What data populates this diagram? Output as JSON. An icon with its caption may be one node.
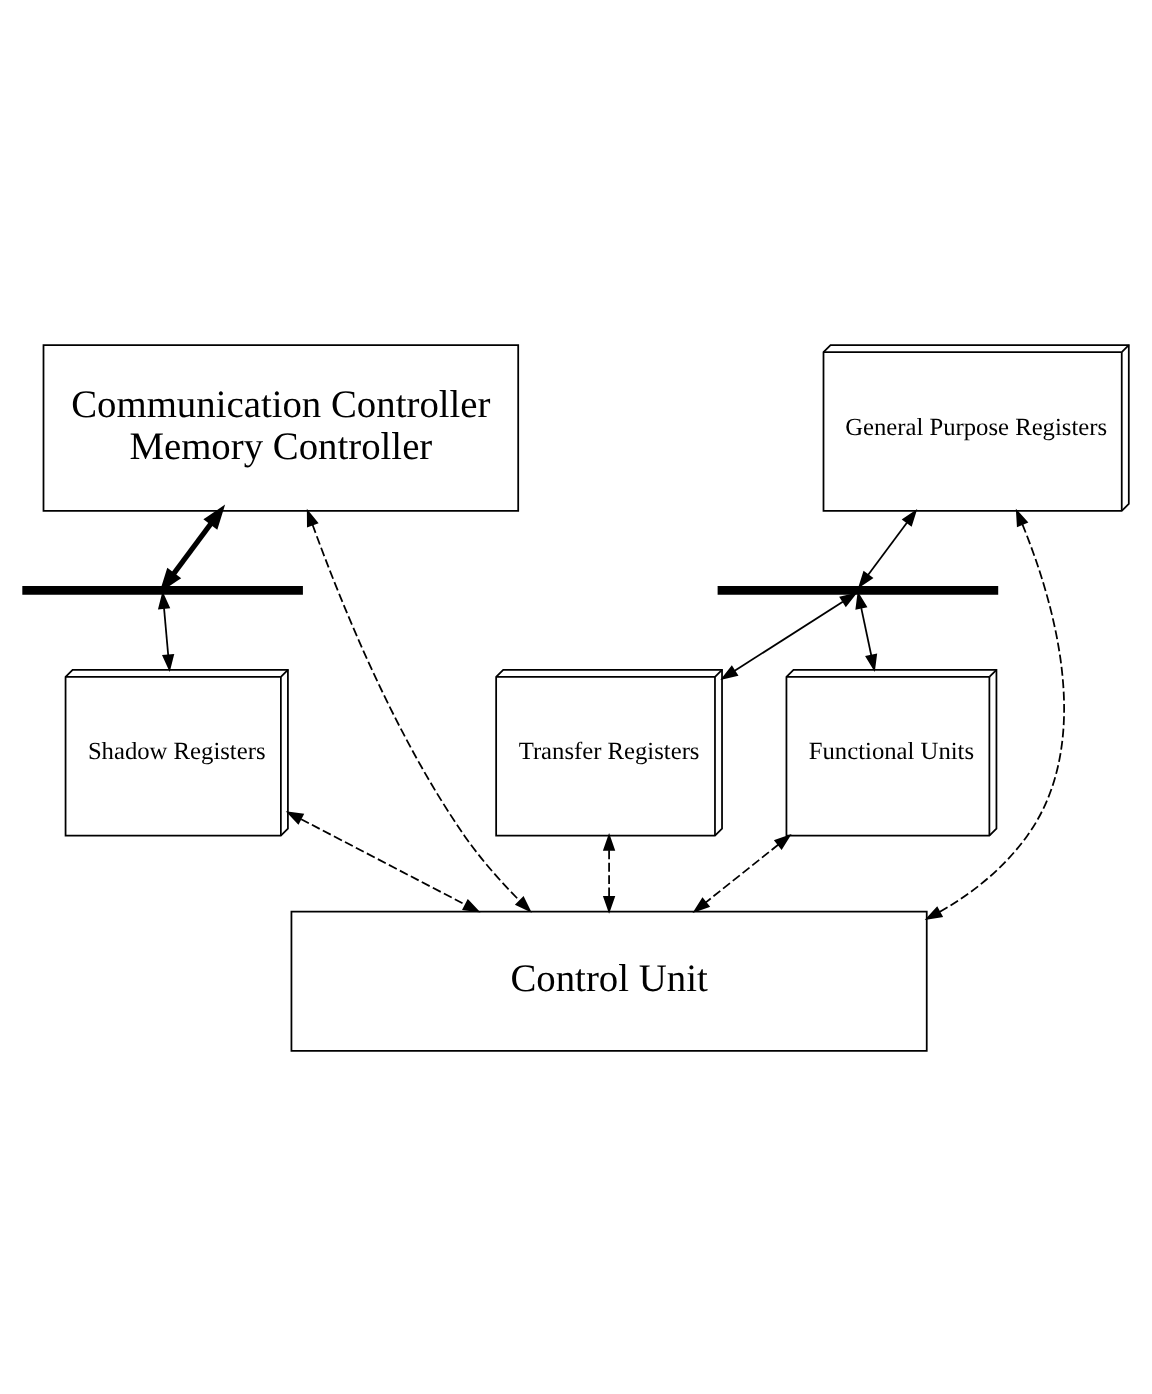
{
  "diagram": {
    "nodes": [
      {
        "text": [
          "Communication Controller",
          "Memory Controller"
        ]
      },
      {
        "text": [
          "General Purpose Registers"
        ]
      },
      {
        "text": [],
        "shape": "bar"
      },
      {
        "text": [],
        "shape": "bar"
      },
      {
        "text": [
          "Shadow Registers"
        ]
      },
      {
        "text": [
          "Transfer Registers"
        ]
      },
      {
        "text": [
          "Functional Units"
        ]
      },
      {
        "text": [
          "Control Unit"
        ]
      }
    ],
    "edges": [
      {
        "from": 0,
        "to": 2,
        "arrow": "both",
        "style": "thick"
      },
      {
        "from": 1,
        "to": 3,
        "arrow": "both"
      },
      {
        "from": 2,
        "to": 4,
        "arrow": "both"
      },
      {
        "from": 3,
        "to": 5,
        "arrow": "both"
      },
      {
        "from": 3,
        "to": 6,
        "arrow": "both"
      },
      {
        "from": 0,
        "to": 7,
        "arrow": "both",
        "style": "dashed"
      },
      {
        "from": 1,
        "to": 7,
        "arrow": "both",
        "style": "dashed"
      },
      {
        "from": 4,
        "to": 7,
        "arrow": "both",
        "style": "dashed"
      },
      {
        "from": 5,
        "to": 7,
        "arrow": "both",
        "style": "dashed"
      },
      {
        "from": 6,
        "to": 7,
        "arrow": "both",
        "style": "dashed"
      }
    ]
  }
}
